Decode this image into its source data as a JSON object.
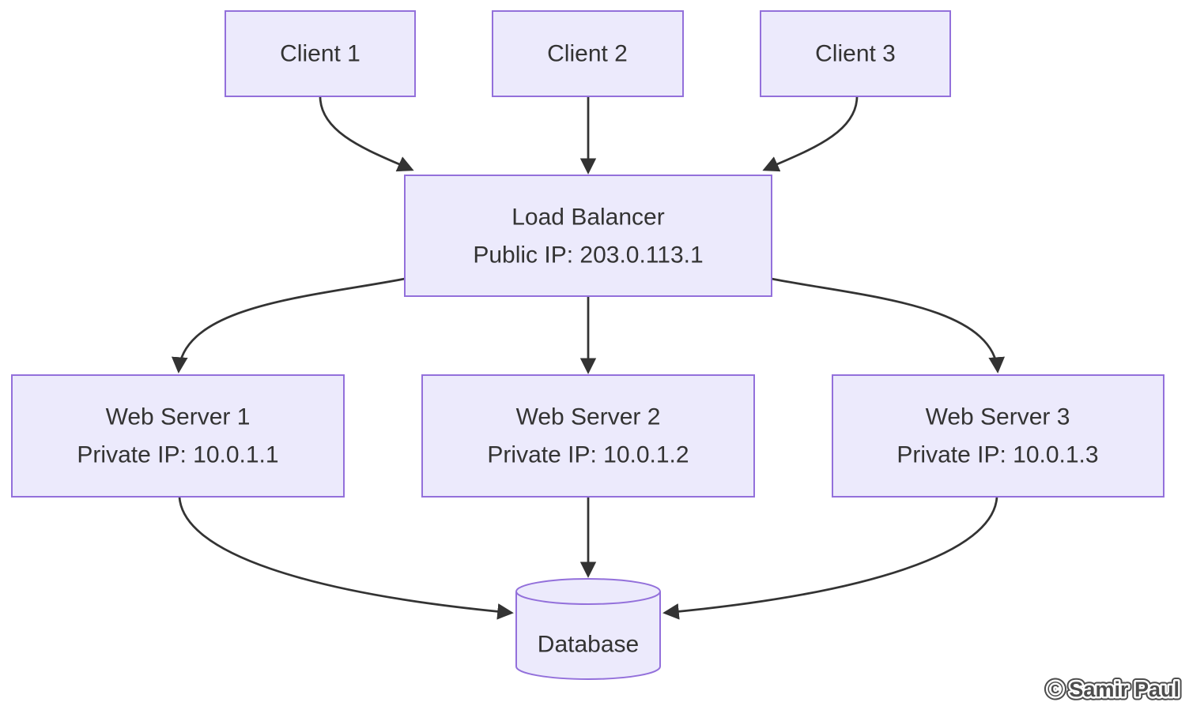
{
  "colors": {
    "node_fill": "#ECEAFC",
    "node_border": "#9370DB",
    "node_text": "#333333",
    "edge_line": "#333333",
    "watermark_text": "#4d4d4d"
  },
  "diagram": {
    "type": "flowchart",
    "nodes": {
      "client1": {
        "label": "Client 1",
        "shape": "rect"
      },
      "client2": {
        "label": "Client 2",
        "shape": "rect"
      },
      "client3": {
        "label": "Client 3",
        "shape": "rect"
      },
      "load_balancer": {
        "label": "Load Balancer",
        "sublabel": "Public IP: 203.0.113.1",
        "shape": "rect"
      },
      "web_server1": {
        "label": "Web Server 1",
        "sublabel": "Private IP: 10.0.1.1",
        "shape": "rect"
      },
      "web_server2": {
        "label": "Web Server 2",
        "sublabel": "Private IP: 10.0.1.2",
        "shape": "rect"
      },
      "web_server3": {
        "label": "Web Server 3",
        "sublabel": "Private IP: 10.0.1.3",
        "shape": "rect"
      },
      "database": {
        "label": "Database",
        "shape": "cylinder"
      }
    },
    "edges": [
      {
        "from": "client1",
        "to": "load_balancer"
      },
      {
        "from": "client2",
        "to": "load_balancer"
      },
      {
        "from": "client3",
        "to": "load_balancer"
      },
      {
        "from": "load_balancer",
        "to": "web_server1"
      },
      {
        "from": "load_balancer",
        "to": "web_server2"
      },
      {
        "from": "load_balancer",
        "to": "web_server3"
      },
      {
        "from": "web_server1",
        "to": "database"
      },
      {
        "from": "web_server2",
        "to": "database"
      },
      {
        "from": "web_server3",
        "to": "database"
      }
    ]
  },
  "watermark": {
    "text": "© Samir Paul"
  }
}
